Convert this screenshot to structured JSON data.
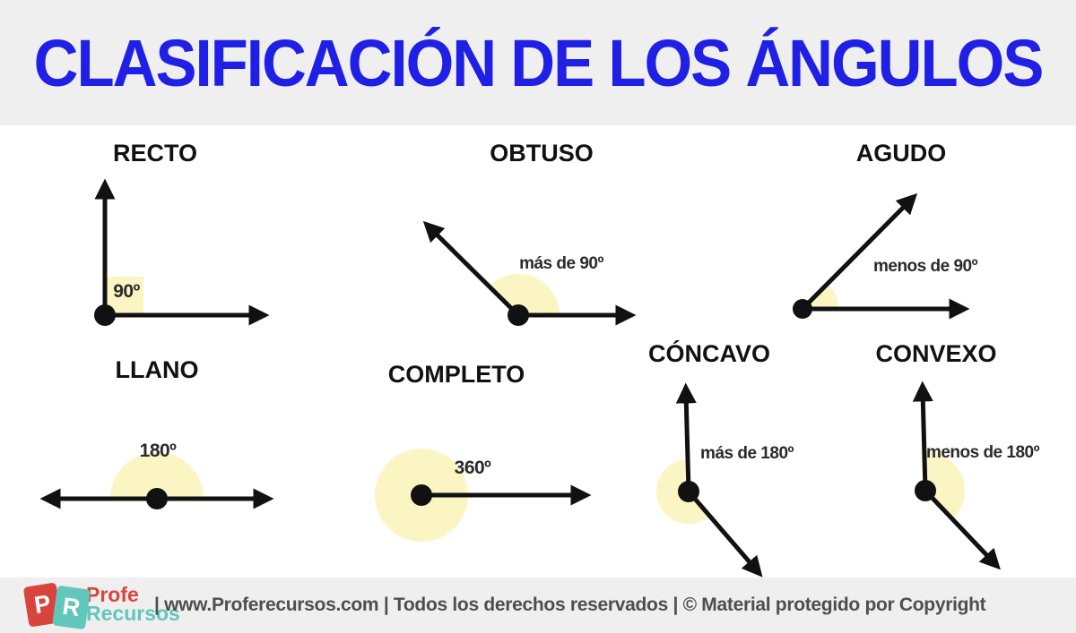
{
  "title": "CLASIFICACIÓN DE LOS ÁNGULOS",
  "colors": {
    "title_blue": "#1f1fe6",
    "band_gray": "#efefef",
    "line_black": "#111111",
    "wedge_yellow": "#fbf4c3",
    "logo_red": "#d8453e",
    "logo_teal": "#62c7bb",
    "footer_text_gray": "#4e4e4e"
  },
  "angles": [
    {
      "id": "recto",
      "label": "RECTO",
      "measure": "90º"
    },
    {
      "id": "obtuso",
      "label": "OBTUSO",
      "measure": "más de 90º"
    },
    {
      "id": "agudo",
      "label": "AGUDO",
      "measure": "menos de 90º"
    },
    {
      "id": "llano",
      "label": "LLANO",
      "measure": "180º"
    },
    {
      "id": "completo",
      "label": "COMPLETO",
      "measure": "360º"
    },
    {
      "id": "concavo",
      "label": "CÓNCAVO",
      "measure": "más de 180º"
    },
    {
      "id": "convexo",
      "label": "CONVEXO",
      "measure": "menos de 180º"
    }
  ],
  "footer": {
    "logo": {
      "letter_p": "P",
      "letter_r": "R",
      "word_top": "Profe",
      "word_bottom": "Recursos"
    },
    "text": "| www.Proferecursos.com | Todos los derechos reservados | © Material protegido por Copyright"
  }
}
